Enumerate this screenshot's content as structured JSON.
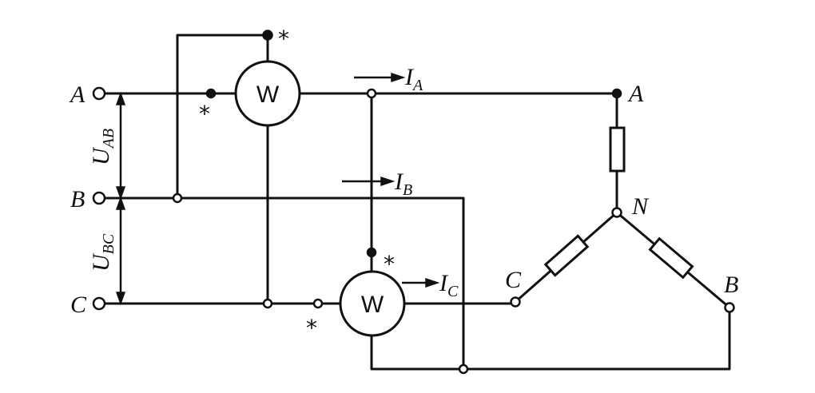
{
  "terminals": {
    "a": "A",
    "b": "B",
    "c": "C"
  },
  "voltages": {
    "uab": {
      "main": "U",
      "sub": "AB"
    },
    "ubc": {
      "main": "U",
      "sub": "BC"
    }
  },
  "currents": {
    "ia": {
      "main": "I",
      "sub": "A"
    },
    "ib": {
      "main": "I",
      "sub": "B"
    },
    "ic": {
      "main": "I",
      "sub": "C"
    }
  },
  "meters": {
    "w1": "W",
    "w2": "W"
  },
  "marks": {
    "star": "*"
  },
  "load": {
    "a": "A",
    "b": "B",
    "c": "C",
    "neutral": "N"
  }
}
